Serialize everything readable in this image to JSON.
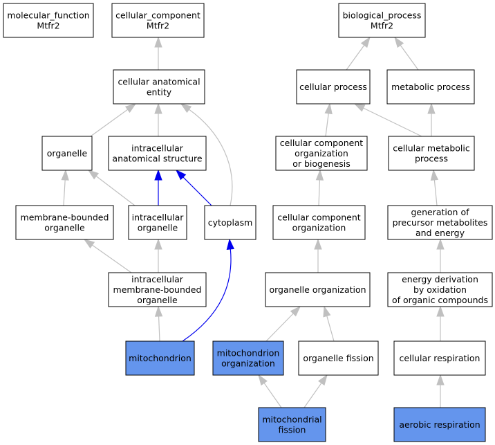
{
  "colors": {
    "node_fill": "#ffffff",
    "highlight_fill": "#6495ed",
    "edge_gray": "#c0c0c0",
    "edge_blue": "#0000ee",
    "border": "#000000"
  },
  "nodes": [
    {
      "id": "molecular_function",
      "lines": [
        "molecular_function",
        "Mtfr2"
      ],
      "highlight": false
    },
    {
      "id": "cellular_component",
      "lines": [
        "cellular_component",
        "Mtfr2"
      ],
      "highlight": false
    },
    {
      "id": "biological_process",
      "lines": [
        "biological_process",
        "Mtfr2"
      ],
      "highlight": false
    },
    {
      "id": "cellular_anatomical_entity",
      "lines": [
        "cellular anatomical",
        "entity"
      ],
      "highlight": false
    },
    {
      "id": "cellular_process",
      "lines": [
        "cellular process"
      ],
      "highlight": false
    },
    {
      "id": "metabolic_process",
      "lines": [
        "metabolic process"
      ],
      "highlight": false
    },
    {
      "id": "organelle",
      "lines": [
        "organelle"
      ],
      "highlight": false
    },
    {
      "id": "intracellular_anatomical_structure",
      "lines": [
        "intracellular",
        "anatomical structure"
      ],
      "highlight": false
    },
    {
      "id": "cellular_component_organization_or_biogenesis",
      "lines": [
        "cellular component",
        "organization",
        "or biogenesis"
      ],
      "highlight": false
    },
    {
      "id": "cellular_metabolic_process",
      "lines": [
        "cellular metabolic",
        "process"
      ],
      "highlight": false
    },
    {
      "id": "membrane_bounded_organelle",
      "lines": [
        "membrane-bounded",
        "organelle"
      ],
      "highlight": false
    },
    {
      "id": "intracellular_organelle",
      "lines": [
        "intracellular",
        "organelle"
      ],
      "highlight": false
    },
    {
      "id": "cytoplasm",
      "lines": [
        "cytoplasm"
      ],
      "highlight": false
    },
    {
      "id": "cellular_component_organization",
      "lines": [
        "cellular component",
        "organization"
      ],
      "highlight": false
    },
    {
      "id": "generation_of_precursor_metabolites",
      "lines": [
        "generation of",
        "precursor metabolites",
        "and energy"
      ],
      "highlight": false
    },
    {
      "id": "intracellular_membrane_bounded_organelle",
      "lines": [
        "intracellular",
        "membrane-bounded",
        "organelle"
      ],
      "highlight": false
    },
    {
      "id": "organelle_organization",
      "lines": [
        "organelle organization"
      ],
      "highlight": false
    },
    {
      "id": "energy_derivation",
      "lines": [
        "energy derivation",
        "by oxidation",
        "of organic compounds"
      ],
      "highlight": false
    },
    {
      "id": "mitochondrion",
      "lines": [
        "mitochondrion"
      ],
      "highlight": true
    },
    {
      "id": "mitochondrion_organization",
      "lines": [
        "mitochondrion",
        "organization"
      ],
      "highlight": true
    },
    {
      "id": "organelle_fission",
      "lines": [
        "organelle fission"
      ],
      "highlight": false
    },
    {
      "id": "cellular_respiration",
      "lines": [
        "cellular respiration"
      ],
      "highlight": false
    },
    {
      "id": "mitochondrial_fission",
      "lines": [
        "mitochondrial",
        "fission"
      ],
      "highlight": true
    },
    {
      "id": "aerobic_respiration",
      "lines": [
        "aerobic respiration"
      ],
      "highlight": true
    }
  ],
  "edges": [
    {
      "from": "cellular_anatomical_entity",
      "to": "cellular_component",
      "color": "gray"
    },
    {
      "from": "cellular_process",
      "to": "biological_process",
      "color": "gray"
    },
    {
      "from": "metabolic_process",
      "to": "biological_process",
      "color": "gray"
    },
    {
      "from": "organelle",
      "to": "cellular_anatomical_entity",
      "color": "gray"
    },
    {
      "from": "intracellular_anatomical_structure",
      "to": "cellular_anatomical_entity",
      "color": "gray"
    },
    {
      "from": "cytoplasm",
      "to": "cellular_anatomical_entity",
      "color": "gray"
    },
    {
      "from": "cellular_component_organization_or_biogenesis",
      "to": "cellular_process",
      "color": "gray"
    },
    {
      "from": "cellular_metabolic_process",
      "to": "cellular_process",
      "color": "gray"
    },
    {
      "from": "cellular_metabolic_process",
      "to": "metabolic_process",
      "color": "gray"
    },
    {
      "from": "membrane_bounded_organelle",
      "to": "organelle",
      "color": "gray"
    },
    {
      "from": "intracellular_organelle",
      "to": "organelle",
      "color": "gray"
    },
    {
      "from": "intracellular_organelle",
      "to": "intracellular_anatomical_structure",
      "color": "blue"
    },
    {
      "from": "cytoplasm",
      "to": "intracellular_anatomical_structure",
      "color": "blue"
    },
    {
      "from": "cellular_component_organization",
      "to": "cellular_component_organization_or_biogenesis",
      "color": "gray"
    },
    {
      "from": "generation_of_precursor_metabolites",
      "to": "cellular_metabolic_process",
      "color": "gray"
    },
    {
      "from": "intracellular_membrane_bounded_organelle",
      "to": "membrane_bounded_organelle",
      "color": "gray"
    },
    {
      "from": "intracellular_membrane_bounded_organelle",
      "to": "intracellular_organelle",
      "color": "gray"
    },
    {
      "from": "organelle_organization",
      "to": "cellular_component_organization",
      "color": "gray"
    },
    {
      "from": "energy_derivation",
      "to": "generation_of_precursor_metabolites",
      "color": "gray"
    },
    {
      "from": "mitochondrion",
      "to": "intracellular_membrane_bounded_organelle",
      "color": "gray"
    },
    {
      "from": "mitochondrion",
      "to": "cytoplasm",
      "color": "blue"
    },
    {
      "from": "mitochondrion_organization",
      "to": "organelle_organization",
      "color": "gray"
    },
    {
      "from": "organelle_fission",
      "to": "organelle_organization",
      "color": "gray"
    },
    {
      "from": "cellular_respiration",
      "to": "energy_derivation",
      "color": "gray"
    },
    {
      "from": "mitochondrial_fission",
      "to": "mitochondrion_organization",
      "color": "gray"
    },
    {
      "from": "mitochondrial_fission",
      "to": "organelle_fission",
      "color": "gray"
    },
    {
      "from": "aerobic_respiration",
      "to": "cellular_respiration",
      "color": "gray"
    }
  ]
}
